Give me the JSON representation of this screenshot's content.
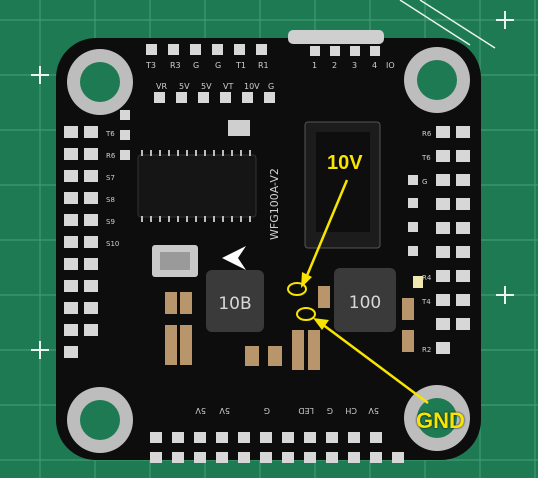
{
  "callouts": {
    "top": "10V",
    "bottom": "GND"
  },
  "board": {
    "silkscreen_model": "WFG100A-V2",
    "inductor_left": "10B",
    "inductor_right": "100",
    "top_header": [
      "T3",
      "R3",
      "G",
      "G",
      "T1",
      "R1",
      "1",
      "2",
      "3",
      "4",
      "IO"
    ],
    "top_row2": [
      "VR",
      "5V",
      "5V",
      "VT",
      "10V",
      "G"
    ],
    "bottom_labels": [
      "5V",
      "5V",
      "G",
      "LED",
      "G",
      "CH",
      "5V"
    ],
    "side_labels_left": [
      "T6",
      "R6",
      "S7",
      "S8",
      "S9",
      "S10"
    ],
    "side_labels_right": [
      "R6",
      "T6",
      "G",
      "R4",
      "T4",
      "R2"
    ]
  },
  "colors": {
    "callout": "#f7e400",
    "mat": "#1d7a52",
    "board": "#0d0d0d",
    "pad": "#d7d7d7"
  }
}
